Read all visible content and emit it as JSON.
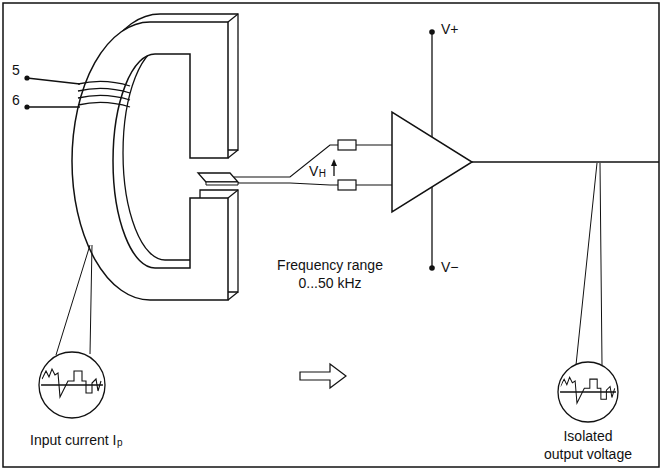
{
  "diagram": {
    "labels": [
      "5",
      "6",
      "V",
      "H",
      "V+",
      "V−",
      "Frequency range 0...50 kHz",
      "Input current I",
      "p",
      "Isolated output voltage"
    ]
  }
}
